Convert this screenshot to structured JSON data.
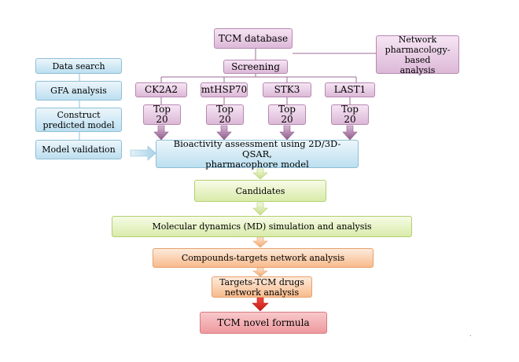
{
  "nodes": {
    "tcm_database": "TCM database",
    "screening": "Screening",
    "network_pharmacology": "Network\npharmacology-based\nanalysis",
    "data_search": "Data search",
    "gfa_analysis": "GFA analysis",
    "construct_model": "Construct\npredicted model",
    "model_validation": "Model validation",
    "targets": [
      "CK2A2",
      "mtHSP70",
      "STK3",
      "LAST1"
    ],
    "top20": [
      "Top 20",
      "Top 20",
      "Top 20",
      "Top 20"
    ],
    "bioactivity": "Bioactivity assessment using 2D/3D-QSAR,\npharmacophore model",
    "candidates": "Candidates",
    "md_simulation": "Molecular dynamics (MD) simulation and analysis",
    "compounds_targets": "Compounds-targets network analysis",
    "targets_tcm": "Targets-TCM drugs\nnetwork analysis",
    "novel_formula": "TCM novel formula"
  },
  "colors": {
    "purple": "#dcb8d7",
    "blue": "#bcdff0",
    "green": "#d9ebaa",
    "orange": "#f8bb8c",
    "red": "#ee9a9f",
    "final_arrow": "#d8221b",
    "connector": "#9c6b95"
  },
  "footer_mark": "."
}
